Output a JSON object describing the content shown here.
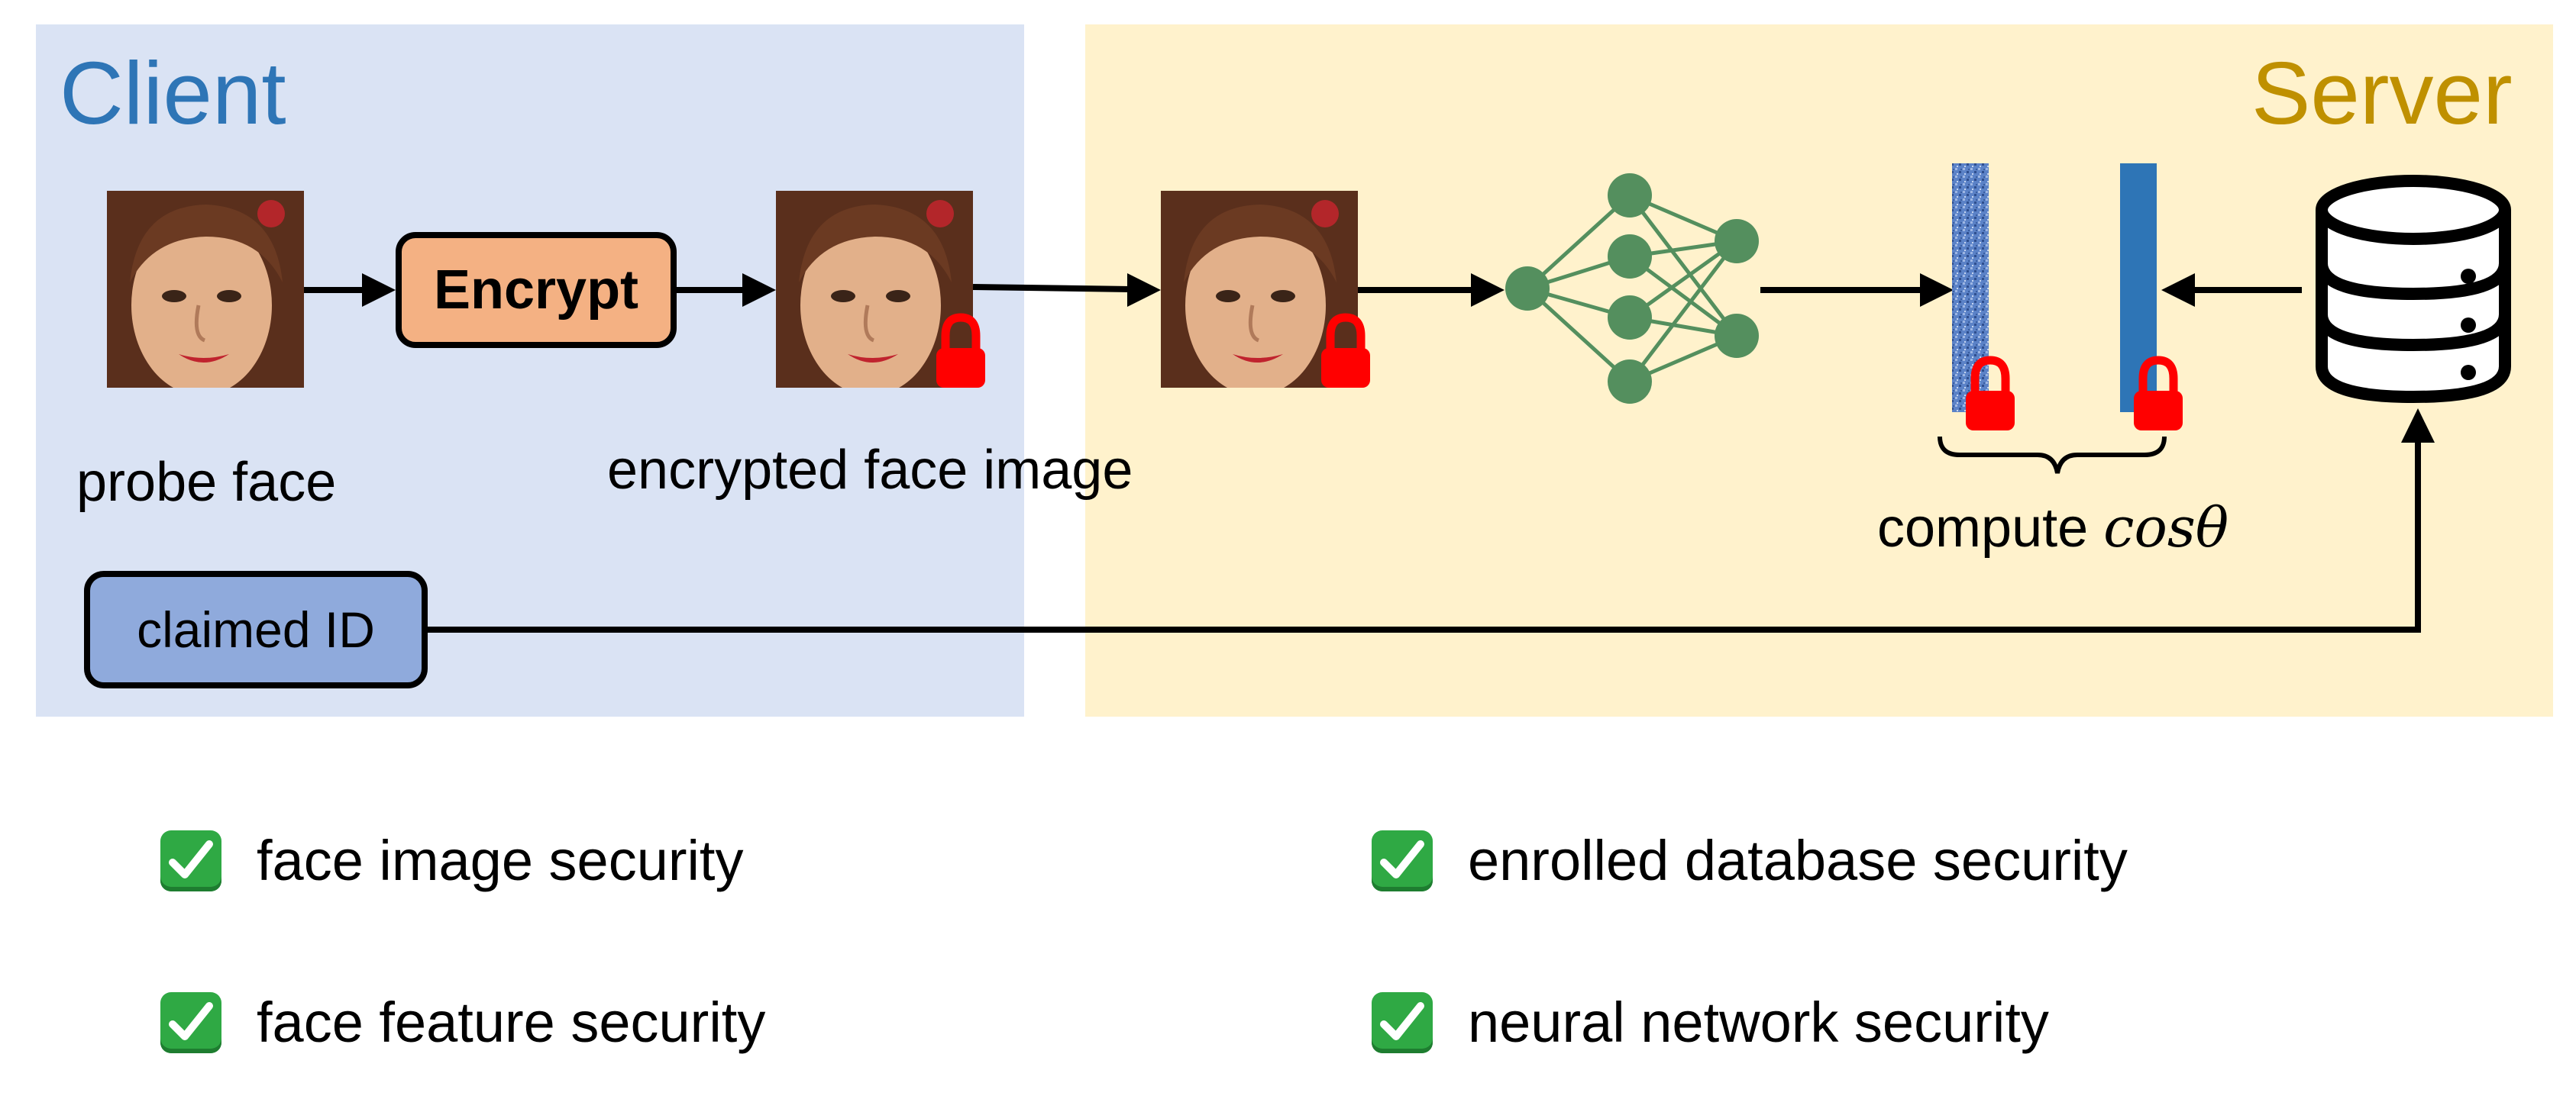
{
  "client": {
    "title": "Client"
  },
  "server": {
    "title": "Server"
  },
  "flow": {
    "encrypt_label": "Encrypt",
    "probe_caption": "probe face",
    "encrypted_caption": "encrypted face image",
    "compute_caption_prefix": "compute ",
    "compute_caption_formula": "cosθ",
    "claimed_id_label": "claimed ID"
  },
  "checklist": [
    {
      "label": "face image security"
    },
    {
      "label": "enrolled database security"
    },
    {
      "label": "face feature security"
    },
    {
      "label": "neural network security"
    }
  ],
  "colors": {
    "client_panel": "#dae3f4",
    "server_panel": "#fff2cc",
    "client_title": "#2e75b6",
    "server_title": "#bf9000",
    "encrypt_box": "#f4b183",
    "claimed_id_box": "#8faadc",
    "lock": "#ff0000",
    "network_nodes": "#548f5e",
    "feature_bar": "#2e75b6",
    "check": "#2fa944"
  },
  "icons": [
    "face-image",
    "lock-icon",
    "neural-network-icon",
    "feature-vector-icon",
    "database-icon",
    "check-icon"
  ]
}
